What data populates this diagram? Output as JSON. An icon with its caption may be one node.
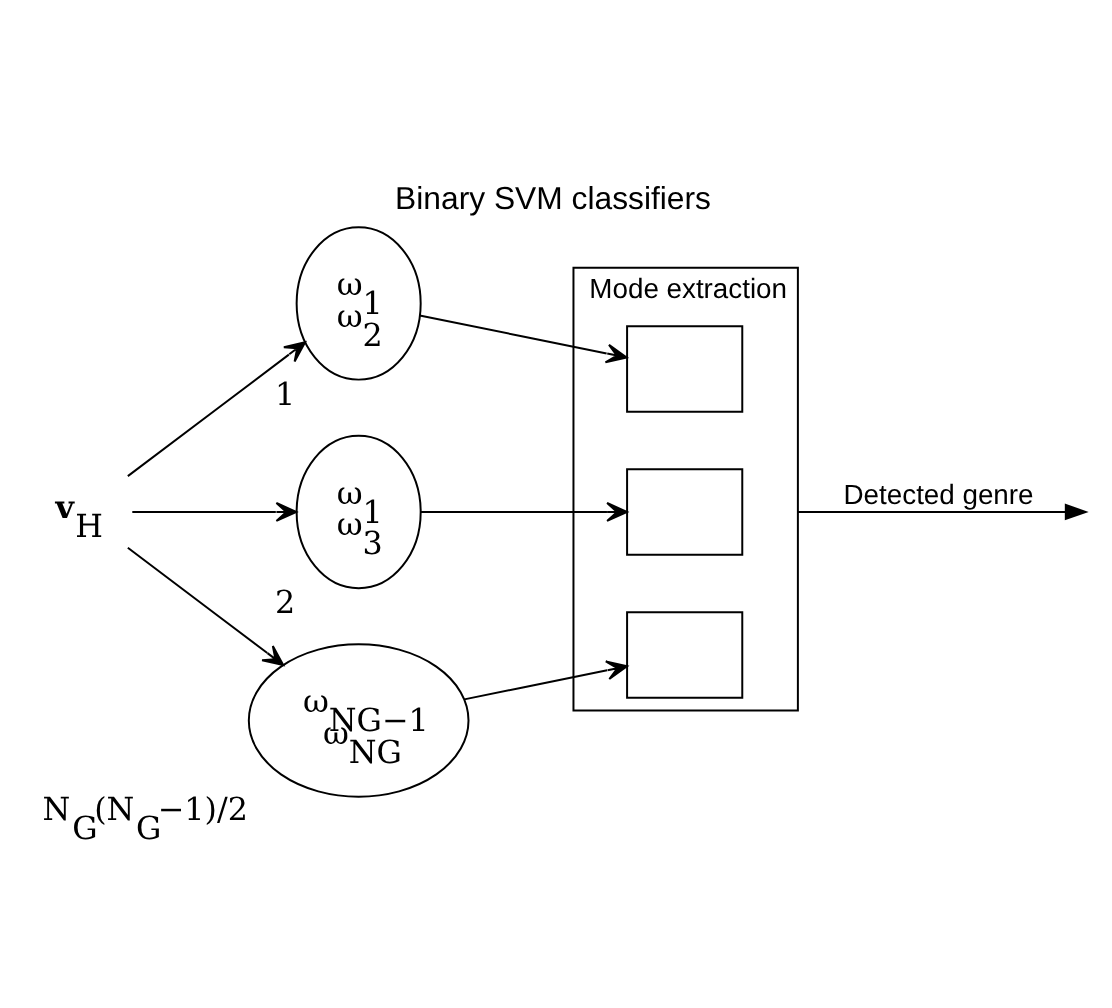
{
  "diagram": {
    "title": "Binary SVM classifiers",
    "nodes": [
      {
        "text": [
          "**v**$_{H}$"
        ]
      },
      {
        "text": [
          "ω$_{1}$",
          "ω$_{2}$"
        ],
        "beside": [
          "1"
        ]
      },
      {
        "text": [
          "ω$_{1}$",
          "ω$_{3}$"
        ],
        "beside": [
          "2"
        ]
      },
      {
        "text": [
          "ω$_{NG−1}$",
          "ω$_{NG}$"
        ],
        "beside": [
          "N$_{G}$(N$_{G}$−1)/2"
        ]
      },
      {
        "text": [
          "Mode extraction"
        ]
      },
      {
        "text": [],
        "shape": "box",
        "in": 4
      },
      {
        "text": [],
        "shape": "box",
        "in": 4
      },
      {
        "text": [],
        "shape": "box",
        "in": 4
      }
    ],
    "edges": [
      {
        "from": 0,
        "to": 1,
        "arrow": "to"
      },
      {
        "from": 0,
        "to": 2,
        "arrow": "to"
      },
      {
        "from": 0,
        "to": 3,
        "arrow": "to"
      },
      {
        "from": 1,
        "to": 5,
        "arrow": "to"
      },
      {
        "from": 2,
        "to": 6,
        "arrow": "to"
      },
      {
        "from": 3,
        "to": 7,
        "arrow": "to"
      },
      {
        "from": 4,
        "to": null,
        "arrow": "to",
        "label": "Detected genre"
      }
    ]
  }
}
